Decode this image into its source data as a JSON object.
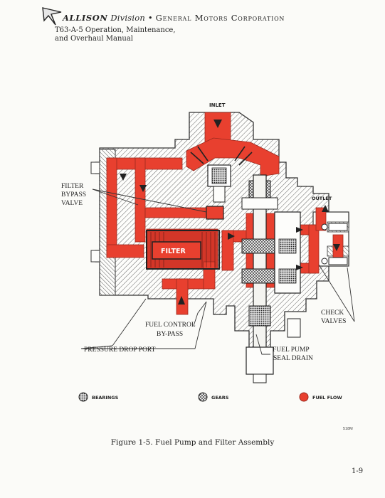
{
  "header": {
    "brand": "ALLISON",
    "division": "Division",
    "separator": "•",
    "corporation": "General Motors Corporation",
    "manual_line1": "T63-A-5 Operation, Maintenance,",
    "manual_line2": "and Overhaul Manual"
  },
  "diagram": {
    "labels": {
      "inlet": "INLET",
      "outlet": "OUTLET",
      "filter": "FILTER",
      "filter_bypass_1": "FILTER",
      "filter_bypass_2": "BYPASS",
      "filter_bypass_3": "VALVE",
      "fuel_control_1": "FUEL CONTROL",
      "fuel_control_2": "BY-PASS",
      "pressure_drop": "PRESSURE DROP PORT",
      "check_valves_1": "CHECK",
      "check_valves_2": "VALVES",
      "seal_drain_1": "FUEL PUMP",
      "seal_drain_2": "SEAL DRAIN"
    },
    "colors": {
      "fuel_flow": "#e8402f",
      "line": "#333333"
    }
  },
  "legend": {
    "bearings": "BEARINGS",
    "gears": "GEARS",
    "fuel_flow": "FUEL FLOW"
  },
  "figure_code": "518M",
  "caption": "Figure 1-5.  Fuel Pump and Filter Assembly",
  "page_number": "1-9"
}
